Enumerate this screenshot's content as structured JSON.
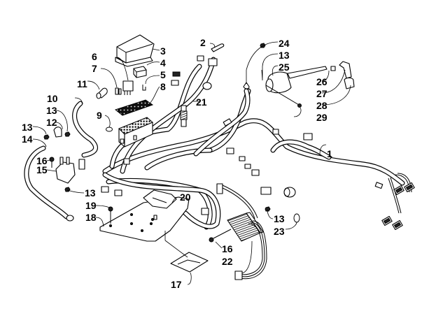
{
  "diagram": {
    "title": "Wiring Harness Assembly",
    "callouts": [
      {
        "id": "c1",
        "label": "1"
      },
      {
        "id": "c2",
        "label": "2"
      },
      {
        "id": "c3",
        "label": "3"
      },
      {
        "id": "c4",
        "label": "4"
      },
      {
        "id": "c5",
        "label": "5"
      },
      {
        "id": "c6",
        "label": "6"
      },
      {
        "id": "c7",
        "label": "7"
      },
      {
        "id": "c8",
        "label": "8"
      },
      {
        "id": "c9",
        "label": "9"
      },
      {
        "id": "c10",
        "label": "10"
      },
      {
        "id": "c11",
        "label": "11"
      },
      {
        "id": "c12",
        "label": "12"
      },
      {
        "id": "c13a",
        "label": "13"
      },
      {
        "id": "c13b",
        "label": "13"
      },
      {
        "id": "c13c",
        "label": "13"
      },
      {
        "id": "c13d",
        "label": "13"
      },
      {
        "id": "c13e",
        "label": "13"
      },
      {
        "id": "c14",
        "label": "14"
      },
      {
        "id": "c15",
        "label": "15"
      },
      {
        "id": "c16a",
        "label": "16"
      },
      {
        "id": "c16b",
        "label": "16"
      },
      {
        "id": "c17",
        "label": "17"
      },
      {
        "id": "c18",
        "label": "18"
      },
      {
        "id": "c19",
        "label": "19"
      },
      {
        "id": "c20",
        "label": "20"
      },
      {
        "id": "c21",
        "label": "21"
      },
      {
        "id": "c22",
        "label": "22"
      },
      {
        "id": "c23",
        "label": "23"
      },
      {
        "id": "c24",
        "label": "24"
      },
      {
        "id": "c25",
        "label": "25"
      },
      {
        "id": "c26",
        "label": "26"
      },
      {
        "id": "c27",
        "label": "27"
      },
      {
        "id": "c28",
        "label": "28"
      },
      {
        "id": "c29",
        "label": "29"
      }
    ]
  }
}
